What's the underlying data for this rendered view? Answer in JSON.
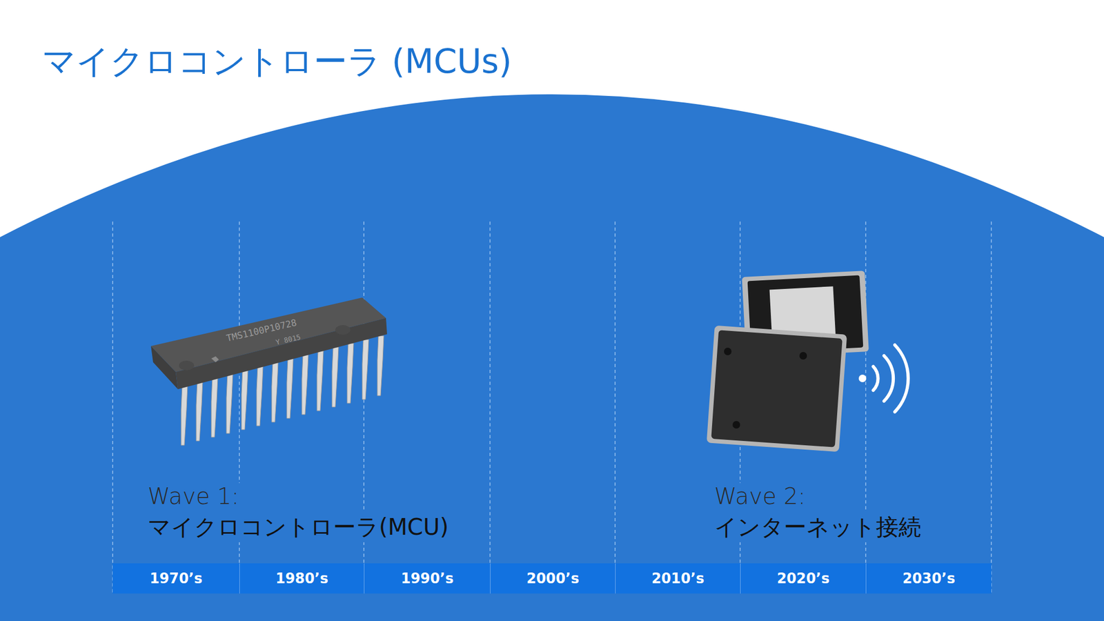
{
  "diagram": {
    "title": "マイクロコントローラ (MCUs)",
    "nodes": [
      {
        "text": [
          "1970’s"
        ]
      },
      {
        "text": [
          "1980’s"
        ]
      },
      {
        "text": [
          "1990’s"
        ]
      },
      {
        "text": [
          "2000’s"
        ]
      },
      {
        "text": [
          "2010’s"
        ]
      },
      {
        "text": [
          "2020’s"
        ]
      },
      {
        "text": [
          "2030’s"
        ]
      }
    ],
    "labels": [
      "TMS1100P10728",
      "Y 8015",
      "Wave 1:",
      "マイクロコントローラ(MCU)",
      "Wave 2:",
      "インターネット接続"
    ]
  }
}
